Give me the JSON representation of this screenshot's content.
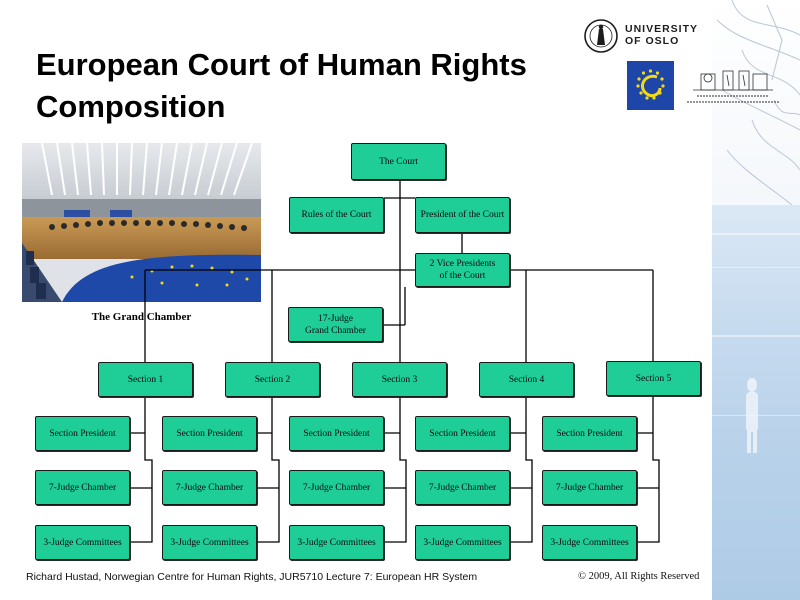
{
  "slide": {
    "title": "European Court of Human Rights Composition",
    "photo_caption": "The Grand Chamber",
    "footer_left": "Richard Hustad, Norwegian Centre for Human Rights, JUR5710 Lecture 7: European HR System",
    "footer_right": "© 2009, All Rights Reserved"
  },
  "logos": {
    "university": "UNIVERSITY\nOF OSLO"
  },
  "colors": {
    "box_fill": "#1fce97",
    "council_of_europe_blue": "#1d46a8",
    "star_yellow": "#f6d915",
    "band_blue": "#c7dbef"
  },
  "org_chart": {
    "court": "The Court",
    "rules": "Rules of the Court",
    "president": "President of the Court",
    "vice_presidents": "2 Vice Presidents\nof the Court",
    "grand_chamber": "17-Judge\nGrand Chamber",
    "sections": [
      {
        "name": "Section 1",
        "president": "Section President",
        "chamber": "7-Judge Chamber",
        "committees": "3-Judge Committees"
      },
      {
        "name": "Section 2",
        "president": "Section President",
        "chamber": "7-Judge Chamber",
        "committees": "3-Judge Committees"
      },
      {
        "name": "Section 3",
        "president": "Section President",
        "chamber": "7-Judge Chamber",
        "committees": "3-Judge Committees"
      },
      {
        "name": "Section 4",
        "president": "Section President",
        "chamber": "7-Judge Chamber",
        "committees": "3-Judge Committees"
      },
      {
        "name": "Section 5",
        "president": "Section President",
        "chamber": "7-Judge Chamber",
        "committees": "3-Judge Committees"
      }
    ]
  }
}
